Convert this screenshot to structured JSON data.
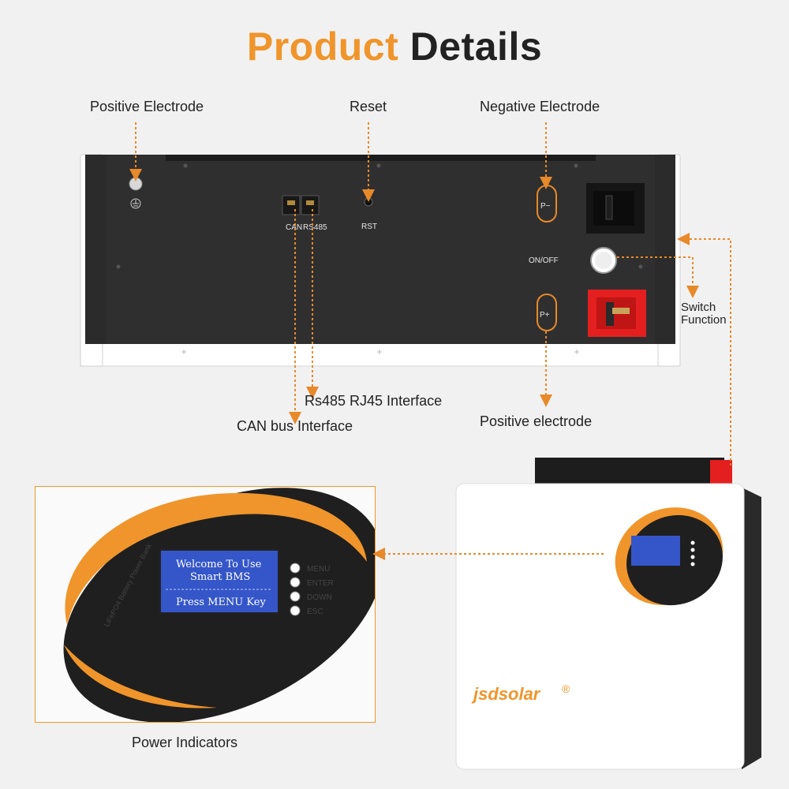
{
  "title": {
    "part1": "Product",
    "part2": "Details"
  },
  "colors": {
    "accent": "#f0952b",
    "arrow": "#e8892a",
    "panel": "#2b2b2b",
    "lcd": "#3556c9",
    "terminal_neg": "#151515",
    "terminal_pos": "#e41f1f"
  },
  "callouts": {
    "positive_electrode_top": "Positive Electrode",
    "reset": "Reset",
    "negative_electrode": "Negative Electrode",
    "switch_function_line1": "Switch",
    "switch_function_line2": "Function",
    "rs485": "Rs485 RJ45 Interface",
    "can_bus": "CAN bus Interface",
    "positive_electrode_bottom": "Positive electrode",
    "power_indicators": "Power Indicators"
  },
  "panel": {
    "can_label": "CAN",
    "rs485_label": "RS485",
    "rst_label": "RST",
    "on_off_label": "ON/OFF",
    "p_minus": "P−",
    "p_plus": "P+"
  },
  "display": {
    "line1": "Welcome To Use",
    "line2": "Smart BMS",
    "line3": "Press MENU Key",
    "curved_text": "LiFePO4 Battery Power Bank",
    "buttons": [
      "MENU",
      "ENTER",
      "DOWN",
      "ESC"
    ]
  },
  "brand": {
    "logo": "jsdsolar",
    "registered": "®"
  },
  "icons": [
    "ground-icon",
    "rj45-port-icon",
    "reset-hole-icon",
    "power-switch-icon",
    "arrow-icon"
  ]
}
